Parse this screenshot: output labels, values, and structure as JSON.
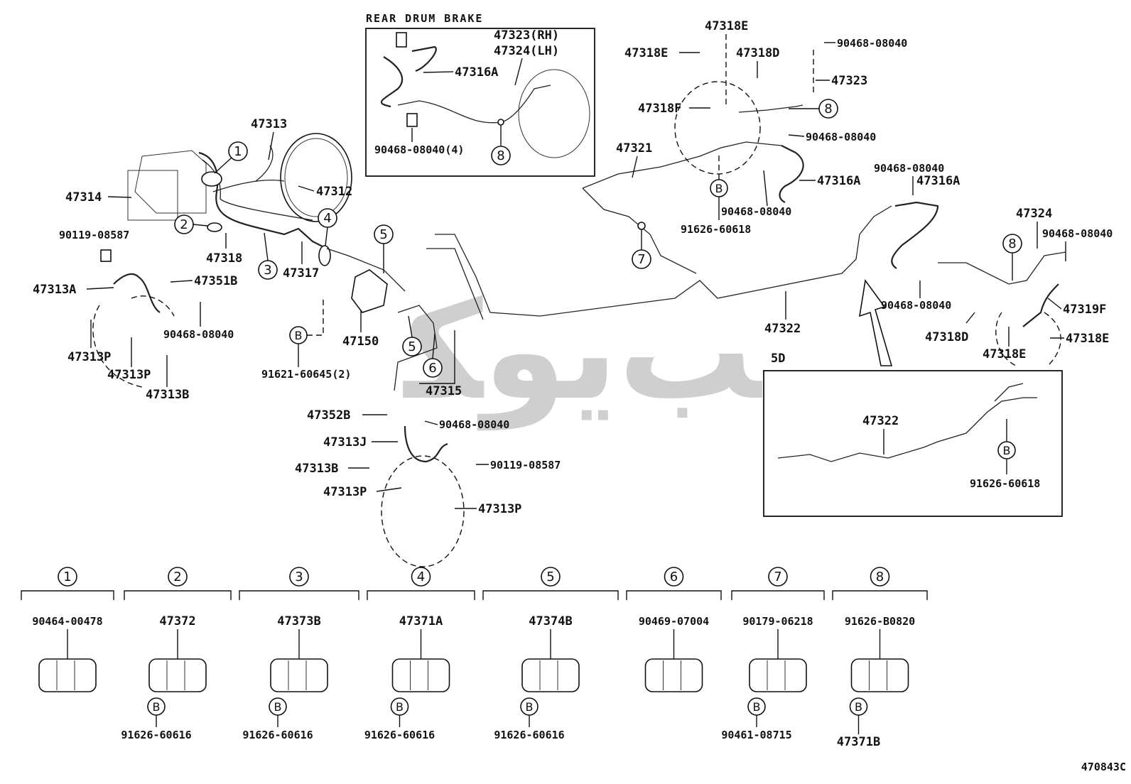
{
  "diagram_code": "470843C",
  "watermark_text": "ﺐﻳﻮﻜ",
  "insets": {
    "rear_drum_brake": "REAR DRUM BRAKE",
    "five_door": "5D"
  },
  "bubble_b": "B",
  "clamps": [
    {
      "num": "1",
      "part": "90464-00478",
      "bolt": ""
    },
    {
      "num": "2",
      "part": "47372",
      "bolt": "91626-60616"
    },
    {
      "num": "3",
      "part": "47373B",
      "bolt": "91626-60616"
    },
    {
      "num": "4",
      "part": "47371A",
      "bolt": "91626-60616"
    },
    {
      "num": "5",
      "part": "47374B",
      "bolt": "91626-60616"
    },
    {
      "num": "6",
      "part": "90469-07004",
      "bolt": ""
    },
    {
      "num": "7",
      "part": "90179-06218",
      "bolt": "90461-08715"
    },
    {
      "num": "8",
      "part": "91626-B0820",
      "bolt": "47371B"
    }
  ],
  "labels": {
    "l47323rh": "47323(RH)",
    "l47324lh": "47324(LH)",
    "l47316a_top": "47316A",
    "l90468_4": "90468-08040(4)",
    "l47313": "47313",
    "l47312": "47312",
    "l47314": "47314",
    "l90119_left": "90119-08587",
    "l47318": "47318",
    "l47317": "47317",
    "l47313a": "47313A",
    "l47351b": "47351B",
    "l90468_left": "90468-08040",
    "l47313p_1": "47313P",
    "l47313p_2": "47313P",
    "l47313b_left": "47313B",
    "l47150": "47150",
    "l91621": "91621-60645(2)",
    "l47315": "47315",
    "l47352b": "47352B",
    "l90468_mid": "90468-08040",
    "l47313j": "47313J",
    "l90119_mid": "90119-08587",
    "l47313b_mid": "47313B",
    "l47313p_3": "47313P",
    "l47313p_4": "47313P",
    "l47318e_top": "47318E",
    "l47318e_left": "47318E",
    "l47318d_top": "47318D",
    "l90468_tr": "90468-08040",
    "l47323": "47323",
    "l47318f": "47318F",
    "l47321": "47321",
    "l90468_r2": "90468-08040",
    "l47316a_mid": "47316A",
    "l90468_r3": "90468-08040",
    "l91626_top": "91626-60618",
    "l90468_r4": "90468-08040",
    "l47316a_right": "47316A",
    "l47324": "47324",
    "l90468_r5": "90468-08040",
    "l47322": "47322",
    "l90468_r6": "90468-08040",
    "l47319f": "47319F",
    "l47318d_right": "47318D",
    "l47318e_r1": "47318E",
    "l47318e_r2": "47318E",
    "l47322_inset": "47322",
    "l91626_inset": "91626-60618"
  },
  "callouts": {
    "c1": "1",
    "c2": "2",
    "c3": "3",
    "c4": "4",
    "c5a": "5",
    "c5b": "5",
    "c6": "6",
    "c7": "7",
    "c8a": "8",
    "c8b": "8",
    "c8c": "8"
  }
}
